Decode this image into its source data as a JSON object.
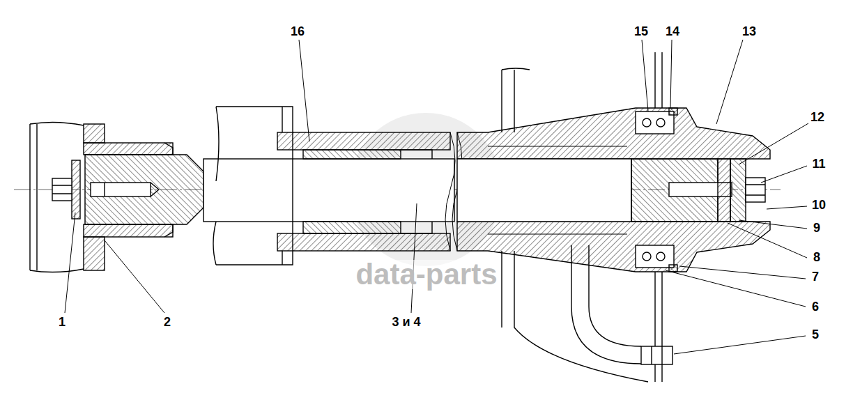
{
  "diagram": {
    "labels": [
      "16",
      "15",
      "14",
      "13",
      "12",
      "11",
      "10",
      "9",
      "8",
      "7",
      "6",
      "5",
      "1",
      "2",
      "3 и 4",
      "data-parts"
    ]
  }
}
